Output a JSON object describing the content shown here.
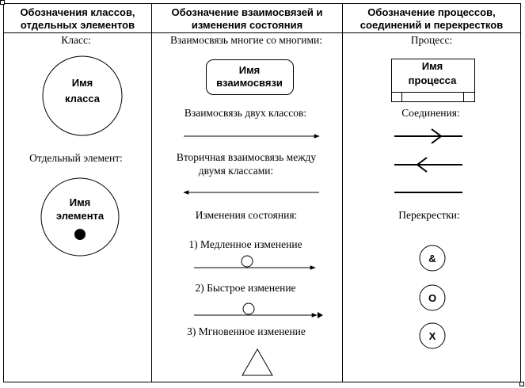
{
  "headers": {
    "col1_line1": "Обозначения классов,",
    "col1_line2": "отдельных элементов",
    "col2_line1": "Обозначение взаимосвязей и",
    "col2_line2": "изменения состояния",
    "col3_line1": "Обозначение процессов,",
    "col3_line2": "соединений и перекрестков"
  },
  "col1": {
    "class_label": "Класс:",
    "class_name_line1": "Имя",
    "class_name_line2": "класса",
    "element_label": "Отдельный элемент:",
    "element_name_line1": "Имя",
    "element_name_line2": "элемента"
  },
  "col2": {
    "many_to_many_label": "Взаимосвязь многие со многими:",
    "relation_name_line1": "Имя",
    "relation_name_line2": "взаимосвязи",
    "two_classes_label": "Взаимосвязь двух классов:",
    "secondary_label_line1": "Вторичная взаимосвязь между",
    "secondary_label_line2": "двумя классами:",
    "state_changes_label": "Изменения состояния:",
    "slow_change": "1) Медленное изменение",
    "fast_change": "2) Быстрое изменение",
    "instant_change": "3) Мгновенное изменение"
  },
  "col3": {
    "process_label": "Процесс:",
    "process_name_line1": "Имя",
    "process_name_line2": "процесса",
    "connections_label": "Соединения:",
    "crossroads_label": "Перекрестки:",
    "junction_and": "&",
    "junction_or": "O",
    "junction_xor": "X"
  }
}
